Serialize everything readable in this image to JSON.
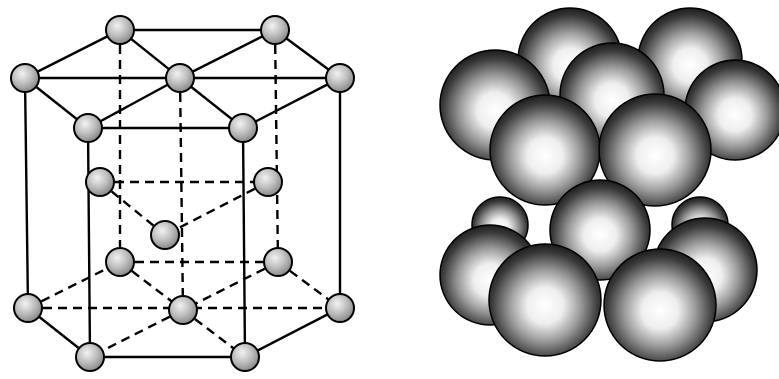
{
  "figure": {
    "panels": [
      {
        "id": "ball-and-stick",
        "depicts": "hcp-unit-cell-lattice",
        "atom_fill": "#c8c8c8",
        "atom_stroke": "#000000",
        "bond_color": "#000000"
      },
      {
        "id": "space-filling",
        "depicts": "hcp-close-packed-spheres",
        "sphere_highlight": "#ffffff",
        "sphere_shadow": "#1a1a1a"
      }
    ]
  }
}
